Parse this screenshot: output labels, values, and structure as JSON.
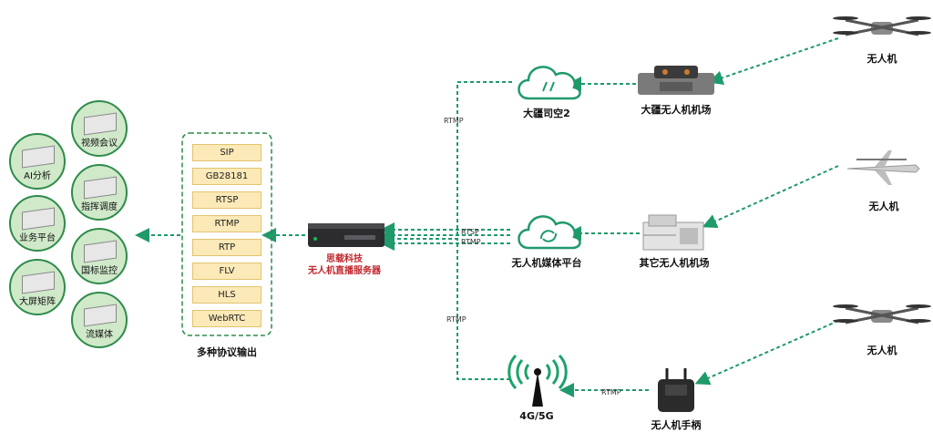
{
  "clients": [
    {
      "id": "ai",
      "label": "AI分析"
    },
    {
      "id": "video",
      "label": "视频会议"
    },
    {
      "id": "business",
      "label": "业务平台"
    },
    {
      "id": "dispatch",
      "label": "指挥调度"
    },
    {
      "id": "national",
      "label": "国标监控"
    },
    {
      "id": "bigscreen",
      "label": "大屏矩阵"
    },
    {
      "id": "streaming",
      "label": "流媒体"
    }
  ],
  "protocols": {
    "items": [
      "SIP",
      "GB28181",
      "RTSP",
      "RTMP",
      "RTP",
      "FLV",
      "HLS",
      "WebRTC"
    ],
    "caption": "多种协议输出"
  },
  "server": {
    "line1": "思载科技",
    "line2": "无人机直播服务器"
  },
  "platforms": {
    "dji_cloud": "大疆司空2",
    "media_platform": "无人机媒体平台",
    "cellular": "4G/5G"
  },
  "sources": {
    "dji_dock": "大疆无人机机场",
    "other_dock": "其它无人机机场",
    "controller": "无人机手柄"
  },
  "drones": {
    "top": "无人机",
    "middle": "无人机",
    "bottom": "无人机"
  },
  "link_labels": {
    "rtmp_top": "RTMP",
    "rtsp_mid": "RTSP",
    "rtmp_mid": "RTMP",
    "rtmp_bottom": "RTMP",
    "rtmp_controller": "RTMP"
  },
  "colors": {
    "link": "#1f9a6a",
    "client_ring": "#2e8b4a",
    "client_fill": "#cfe9c9",
    "protocol_fill": "#fbe9b7",
    "server_title": "#c0262d",
    "signal": "#1aa36b"
  }
}
